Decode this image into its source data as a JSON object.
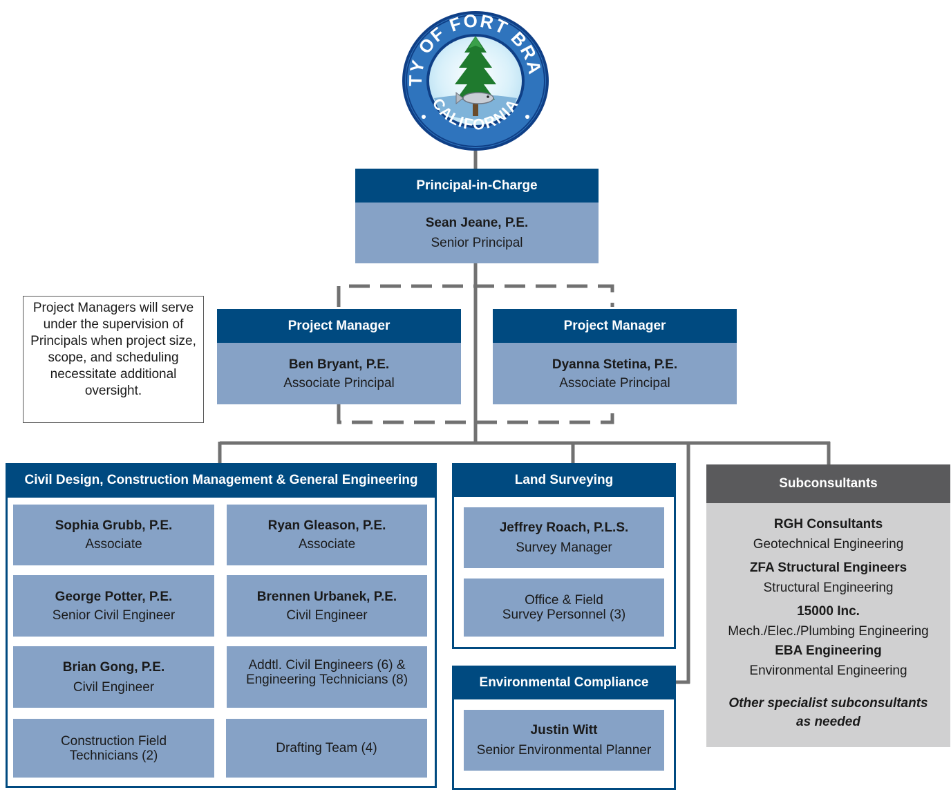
{
  "seal": {
    "text_top": "CITY OF FORT BRAGG",
    "text_bottom": "CALIFORNIA"
  },
  "principal": {
    "header": "Principal-in-Charge",
    "name": "Sean Jeane, P.E.",
    "title": "Senior Principal"
  },
  "note": "Project Managers will serve under the supervision of Principals when project size, scope, and scheduling necessitate additional oversight.",
  "pm_left": {
    "header": "Project Manager",
    "name": "Ben Bryant, P.E.",
    "title": "Associate Principal"
  },
  "pm_right": {
    "header": "Project Manager",
    "name": "Dyanna Stetina, P.E.",
    "title": "Associate Principal"
  },
  "civil": {
    "header": "Civil Design, Construction Management & General Engineering",
    "cells": [
      {
        "name": "Sophia Grubb, P.E.",
        "title": "Associate"
      },
      {
        "name": "Ryan Gleason, P.E.",
        "title": "Associate"
      },
      {
        "name": "George Potter, P.E.",
        "title": "Senior Civil Engineer"
      },
      {
        "name": "Brennen Urbanek, P.E.",
        "title": "Civil Engineer"
      },
      {
        "name": "Brian Gong, P.E.",
        "title": "Civil Engineer"
      },
      {
        "line1": "Addtl. Civil Engineers (6) &",
        "line2": "Engineering Technicians (8)"
      },
      {
        "line1": "Construction Field",
        "line2": "Technicians (2)"
      },
      {
        "line1": "Drafting Team (4)"
      }
    ]
  },
  "survey": {
    "header": "Land Surveying",
    "manager": {
      "name": "Jeffrey Roach, P.L.S.",
      "title": "Survey Manager"
    },
    "personnel": {
      "line1": "Office & Field",
      "line2": "Survey Personnel (3)"
    }
  },
  "env": {
    "header": "Environmental Compliance",
    "name": "Justin Witt",
    "title": "Senior Environmental Planner"
  },
  "subconsultants": {
    "header": "Subconsultants",
    "firms": [
      {
        "name": "RGH Consultants",
        "role": "Geotechnical Engineering"
      },
      {
        "name": "ZFA Structural Engineers",
        "role": "Structural Engineering"
      },
      {
        "name": "15000 Inc.",
        "role": "Mech./Elec./Plumbing Engineering"
      },
      {
        "name": "EBA Engineering",
        "role": "Environmental Engineering"
      }
    ],
    "other_line1": "Other specialist subconsultants",
    "other_line2": "as needed"
  },
  "colors": {
    "header_blue": "#004a80",
    "cell_blue": "#86a2c6",
    "connector_gray": "#717171",
    "sub_header": "#5a5a5c",
    "sub_body": "#d0d0d1"
  }
}
